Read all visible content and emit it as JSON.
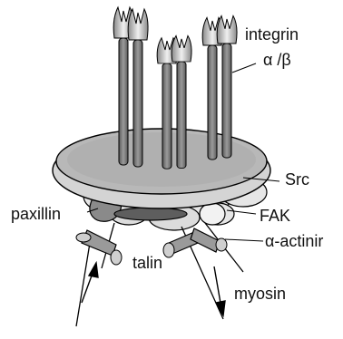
{
  "labels": {
    "integrin": "integrin",
    "integrin_subunits": "α /β",
    "src": "Src",
    "paxillin": "paxillin",
    "fak": "FAK",
    "talin": "talin",
    "alpha_actinin": "α-actinir",
    "myosin": "myosin"
  },
  "colors": {
    "stalk": "#7a7a7a",
    "membrane_top": "#b3b3b3",
    "membrane_edge": "#d0d0d0",
    "protein": "#e6e6e6",
    "dark_protein": "#6a6a6a",
    "outline": "#000000"
  }
}
